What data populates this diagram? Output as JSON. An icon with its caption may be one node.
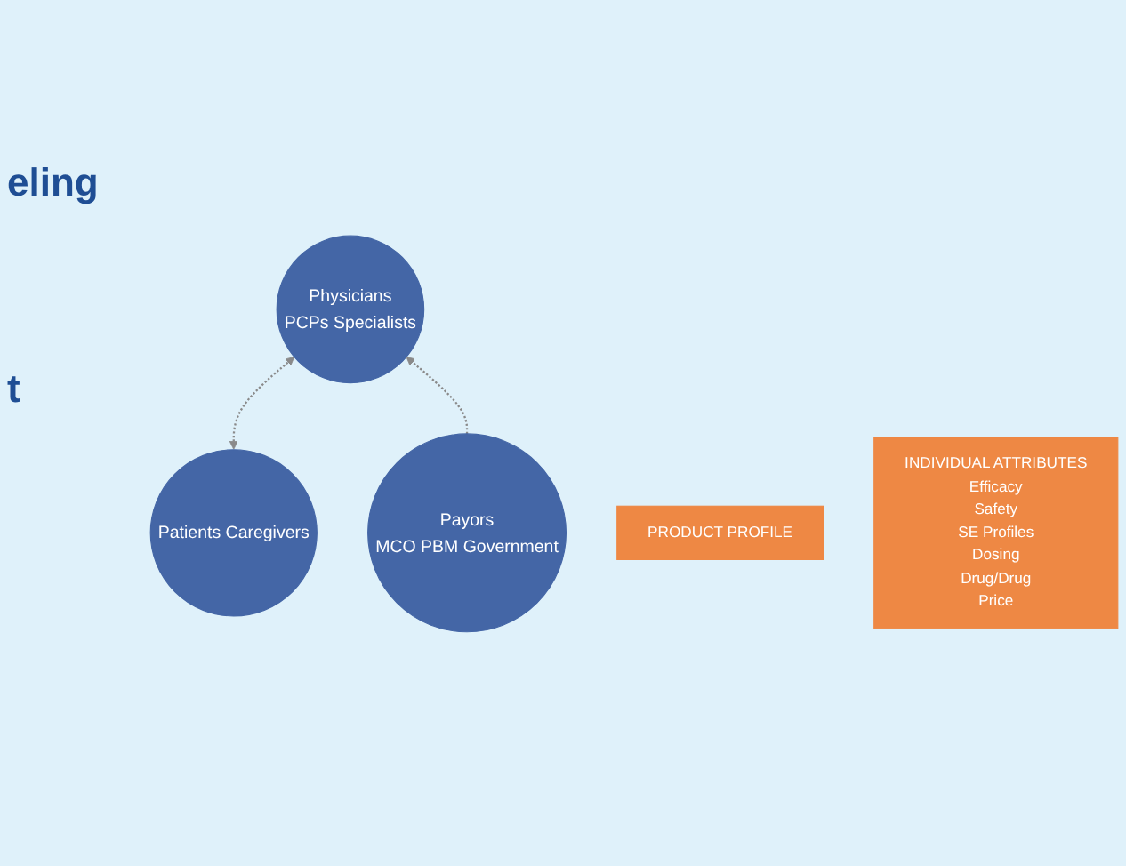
{
  "diagram": {
    "nodes": [
      {
        "text": [
          "Physicians",
          "PCPs Specialists"
        ]
      },
      {
        "text": [
          "Patients Caregivers"
        ]
      },
      {
        "text": [
          "Payors",
          "MCO  PBM Government"
        ]
      },
      {
        "text": [
          "PRODUCT PROFILE"
        ]
      },
      {
        "text": [
          "INDIVIDUAL ATTRIBUTES",
          "Efficacy",
          "Safety",
          "SE Profiles",
          "Dosing",
          "Drug/Drug",
          "Price"
        ]
      }
    ],
    "edges": [
      {
        "from": 1,
        "to": 0,
        "arrow": "both",
        "style": "dashed",
        "color": "#8a8a8a"
      },
      {
        "from": 2,
        "to": 0,
        "arrow": "to",
        "style": "dashed",
        "color": "#8a8a8a"
      }
    ],
    "labels": [
      "eling",
      "t"
    ]
  }
}
